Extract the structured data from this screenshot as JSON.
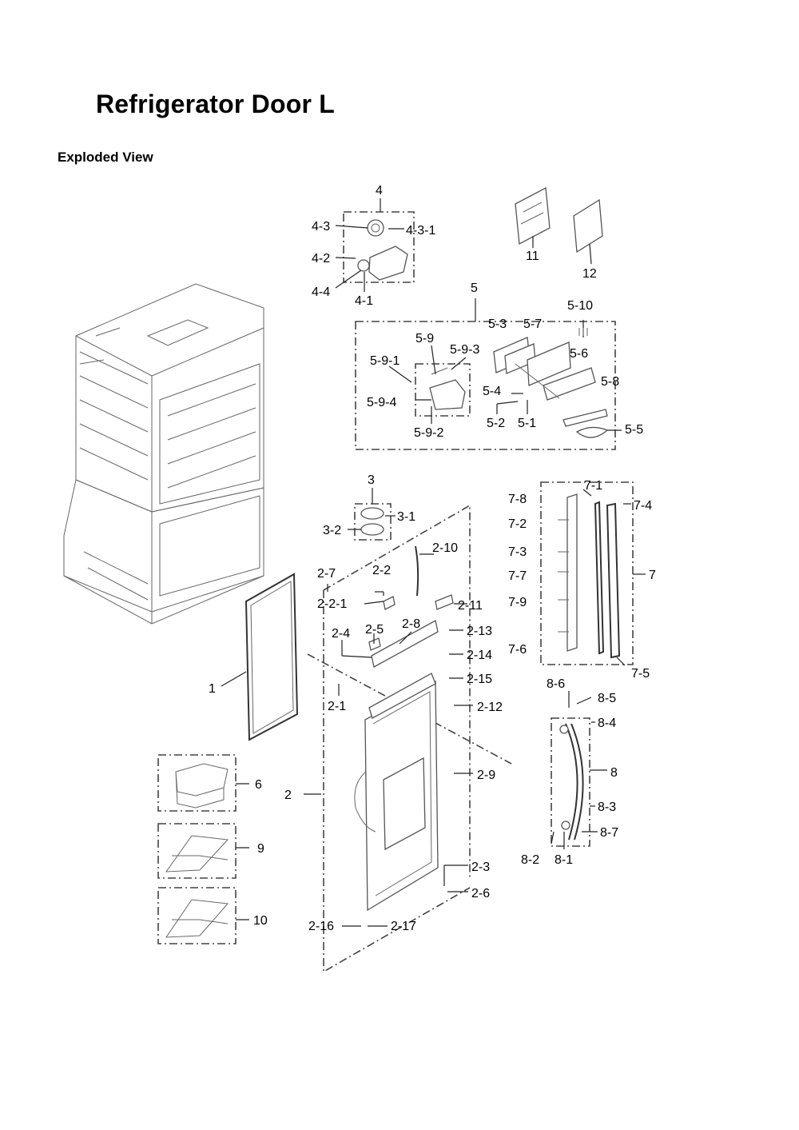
{
  "title": "Refrigerator Door L",
  "section": "Exploded View",
  "callouts": {
    "c1": "1",
    "c2": "2",
    "c2_1": "2-1",
    "c2_2": "2-2",
    "c2_2_1": "2-2-1",
    "c2_3": "2-3",
    "c2_4": "2-4",
    "c2_5": "2-5",
    "c2_6": "2-6",
    "c2_7": "2-7",
    "c2_8": "2-8",
    "c2_9": "2-9",
    "c2_10": "2-10",
    "c2_11": "2-11",
    "c2_12": "2-12",
    "c2_13": "2-13",
    "c2_14": "2-14",
    "c2_15": "2-15",
    "c2_16": "2-16",
    "c2_17": "2-17",
    "c3": "3",
    "c3_1": "3-1",
    "c3_2": "3-2",
    "c4": "4",
    "c4_1": "4-1",
    "c4_2": "4-2",
    "c4_3": "4-3",
    "c4_3_1": "4-3-1",
    "c4_4": "4-4",
    "c5": "5",
    "c5_1": "5-1",
    "c5_2": "5-2",
    "c5_3": "5-3",
    "c5_4": "5-4",
    "c5_5": "5-5",
    "c5_6": "5-6",
    "c5_7": "5-7",
    "c5_8": "5-8",
    "c5_9": "5-9",
    "c5_9_1": "5-9-1",
    "c5_9_2": "5-9-2",
    "c5_9_3": "5-9-3",
    "c5_9_4": "5-9-4",
    "c5_10": "5-10",
    "c6": "6",
    "c7": "7",
    "c7_1": "7-1",
    "c7_2": "7-2",
    "c7_3": "7-3",
    "c7_4": "7-4",
    "c7_5": "7-5",
    "c7_6": "7-6",
    "c7_7": "7-7",
    "c7_8": "7-8",
    "c7_9": "7-9",
    "c8": "8",
    "c8_1": "8-1",
    "c8_2": "8-2",
    "c8_3": "8-3",
    "c8_4": "8-4",
    "c8_5": "8-5",
    "c8_6": "8-6",
    "c8_7": "8-7",
    "c9": "9",
    "c10": "10",
    "c11": "11",
    "c12": "12"
  }
}
